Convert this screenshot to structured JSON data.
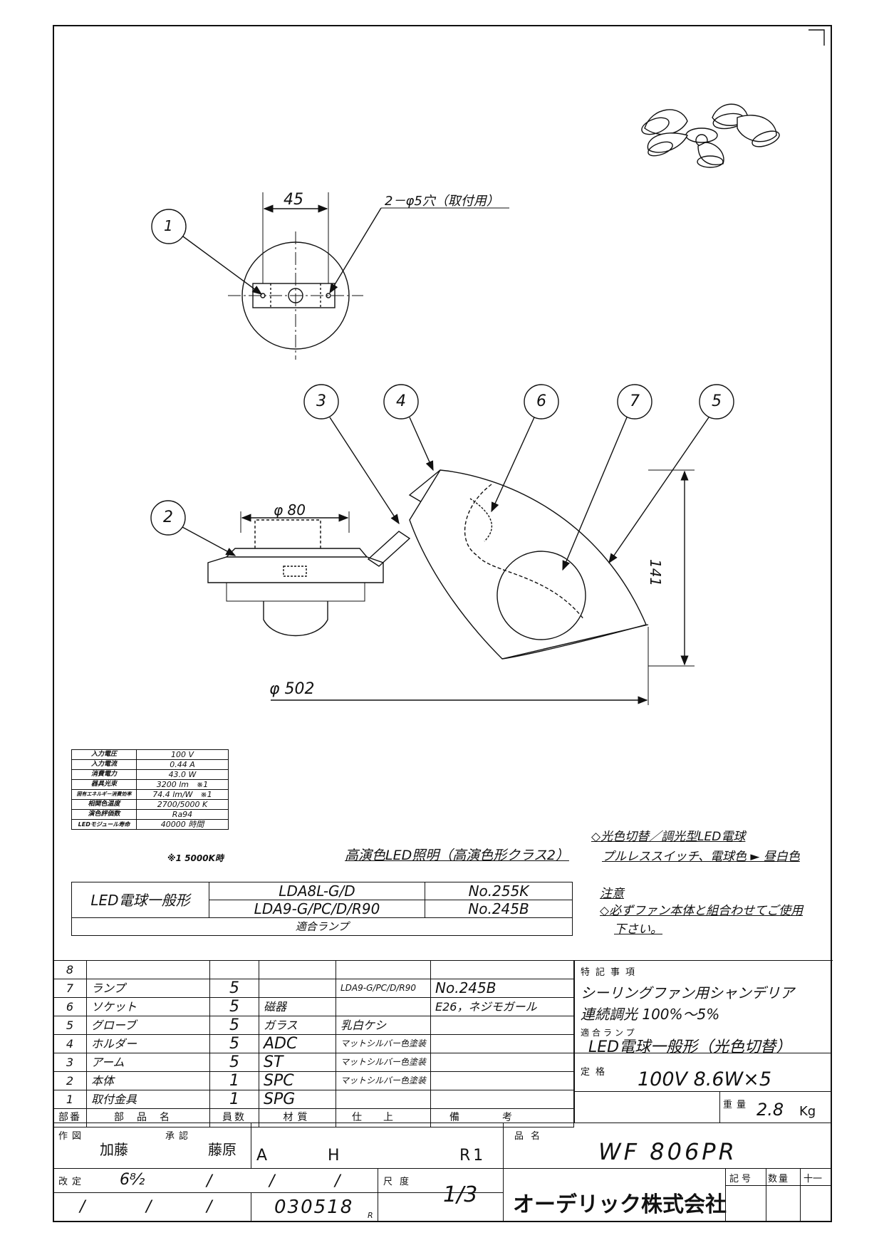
{
  "corner_mark": "┐",
  "top_view": {
    "dim_45": "45",
    "hole_label": "2－φ5穴（取付用）",
    "callout_1": "1"
  },
  "side_view": {
    "callouts": [
      "2",
      "3",
      "4",
      "6",
      "7",
      "5"
    ],
    "dim_80": "φ 80",
    "dim_141": "141",
    "dim_502": "φ 502"
  },
  "specs": [
    {
      "k": "入力電圧",
      "v": "100 V"
    },
    {
      "k": "入力電流",
      "v": "0.44 A"
    },
    {
      "k": "消費電力",
      "v": "43.0 W"
    },
    {
      "k": "器具光束",
      "v": "3200 lm　※1"
    },
    {
      "k": "固有エネルギー消費効率",
      "v": "74.4 lm/W　※1"
    },
    {
      "k": "相関色温度",
      "v": "2700/5000 K"
    },
    {
      "k": "演色評価数",
      "v": "Ra94"
    },
    {
      "k": "LEDモジュール寿命",
      "v": "40000 時間"
    }
  ],
  "spec_footnote": "※1 5000K時",
  "high_cri_note": "高演色LED照明（高演色形クラス2）",
  "color_switch": {
    "line1": "◇光色切替／調光型LED電球",
    "line2": "プルレススイッチ、電球色 ► 昼白色"
  },
  "caution": {
    "title": "注意",
    "line1": "◇必ずファン本体と組合わせてご使用",
    "line2": "下さい。"
  },
  "lamp_table": {
    "type": "LED電球一般形",
    "rows": [
      {
        "model": "LDA8L-G/D",
        "no": "No.255K"
      },
      {
        "model": "LDA9-G/PC/D/R90",
        "no": "No.245B"
      }
    ],
    "footer": "適合ランプ"
  },
  "parts": [
    {
      "no": "8",
      "name": "",
      "qty": "",
      "material": "",
      "finish": "",
      "remark": ""
    },
    {
      "no": "7",
      "name": "ランプ",
      "qty": "5",
      "material": "",
      "finish": "LDA9-G/PC/D/R90",
      "remark": "No.245B"
    },
    {
      "no": "6",
      "name": "ソケット",
      "qty": "5",
      "material": "磁器",
      "finish": "",
      "remark": "E26，ネジモガール"
    },
    {
      "no": "5",
      "name": "グローブ",
      "qty": "5",
      "material": "ガラス",
      "finish": "乳白ケシ",
      "remark": ""
    },
    {
      "no": "4",
      "name": "ホルダー",
      "qty": "5",
      "material": "ADC",
      "finish": "マットシルバー色塗装",
      "remark": ""
    },
    {
      "no": "3",
      "name": "アーム",
      "qty": "5",
      "material": "ST",
      "finish": "マットシルバー色塗装",
      "remark": ""
    },
    {
      "no": "2",
      "name": "本体",
      "qty": "1",
      "material": "SPC",
      "finish": "マットシルバー色塗装",
      "remark": ""
    },
    {
      "no": "1",
      "name": "取付金具",
      "qty": "1",
      "material": "SPG",
      "finish": "",
      "remark": ""
    }
  ],
  "parts_header": {
    "no": "部番",
    "name": "部品名",
    "qty": "員数",
    "material": "材質",
    "finish": "仕上",
    "remark": "備考"
  },
  "special": {
    "label": "特記事項",
    "line1": "シーリングファン用シャンデリア",
    "line2": "連続調光 100%～5%",
    "lamp_label": "適合ランプ",
    "lamp_value": "LED電球一般形（光色切替）",
    "rating_label": "定格",
    "rating_value": "100V 8.6W×5",
    "weight_label": "重量",
    "weight_value": "2.8",
    "weight_unit": "Kg"
  },
  "title_block": {
    "drawn_label": "作図",
    "drawn_by": "加藤",
    "approved_label": "承認",
    "approved_by": "藤原",
    "code_a": "A",
    "code_h": "H",
    "rev": "R1",
    "product_label": "品名",
    "product": "WF 806PR",
    "revised_label": "改定",
    "revised_date": "6⁸⁄₂",
    "scale_label": "尺度",
    "scale": "1/3",
    "company": "オーデリック株式会社",
    "mark_label": "記号",
    "qty_label": "数量",
    "plusminus": "十一",
    "doc_no": "030518",
    "doc_suffix": "R"
  }
}
